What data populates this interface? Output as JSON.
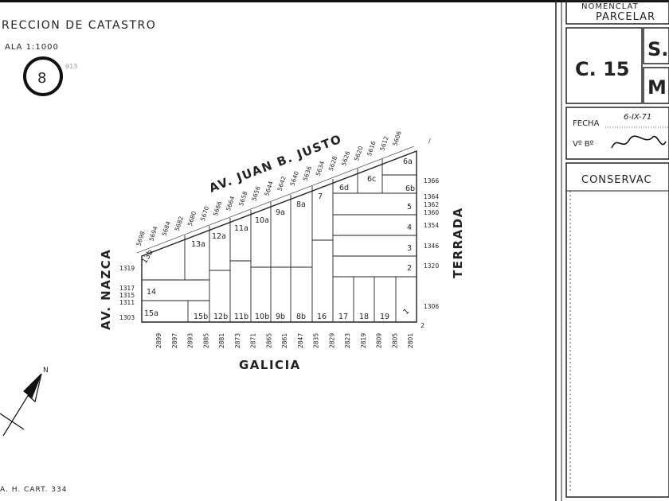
{
  "header": {
    "title": "RECCION DE CATASTRO",
    "scale": "ALA   1:1000",
    "circle_number": "8",
    "circle_note": "913"
  },
  "panel": {
    "nomenclature_line1": "NOMENCLAT",
    "nomenclature_line2": "PARCELAR",
    "circ": "C. 15",
    "sect": "S.",
    "manz": "M.",
    "fecha_label": "FECHA",
    "fecha_value": "6-IX-71",
    "vobo_label": "Vº Bº",
    "conservacion": "CONSERVAC"
  },
  "streets": {
    "north": "AV. JUAN B. JUSTO",
    "east": "TERRADA",
    "south": "GALICIA",
    "west": "AV. NAZCA"
  },
  "lots": {
    "top_row": [
      "13b",
      "13a",
      "12a",
      "11a",
      "10a",
      "9a",
      "8a",
      "7",
      "6d",
      "6c",
      "6b",
      "6a"
    ],
    "right_col": [
      "5",
      "4",
      "3",
      "2"
    ],
    "bottom_row": [
      "15a",
      "15b",
      "12b",
      "11b",
      "10b",
      "9b",
      "8b",
      "16",
      "17",
      "18",
      "19",
      "1"
    ],
    "left_col": [
      "14"
    ]
  },
  "door_numbers": {
    "north": [
      "5698",
      "5694",
      "5684",
      "5682",
      "5680",
      "5670",
      "5666",
      "5664",
      "5658",
      "5656",
      "5644",
      "5642",
      "5640",
      "5636",
      "5634",
      "5628",
      "5626",
      "5620",
      "5616",
      "5612",
      "5606"
    ],
    "east": [
      "1366",
      "1364",
      "1362",
      "1360",
      "1354",
      "1346",
      "1320",
      "1306"
    ],
    "west": [
      "1319",
      "1317",
      "1315",
      "1311",
      "1303"
    ],
    "south": [
      "2899",
      "2897",
      "2893",
      "2885",
      "2881",
      "2873",
      "2871",
      "2865",
      "2861",
      "2847",
      "2835",
      "2829",
      "2823",
      "2819",
      "2809",
      "2805",
      "2801"
    ]
  },
  "compass": {
    "label": "N"
  },
  "footer": {
    "text": "A. H. CART. 334"
  }
}
